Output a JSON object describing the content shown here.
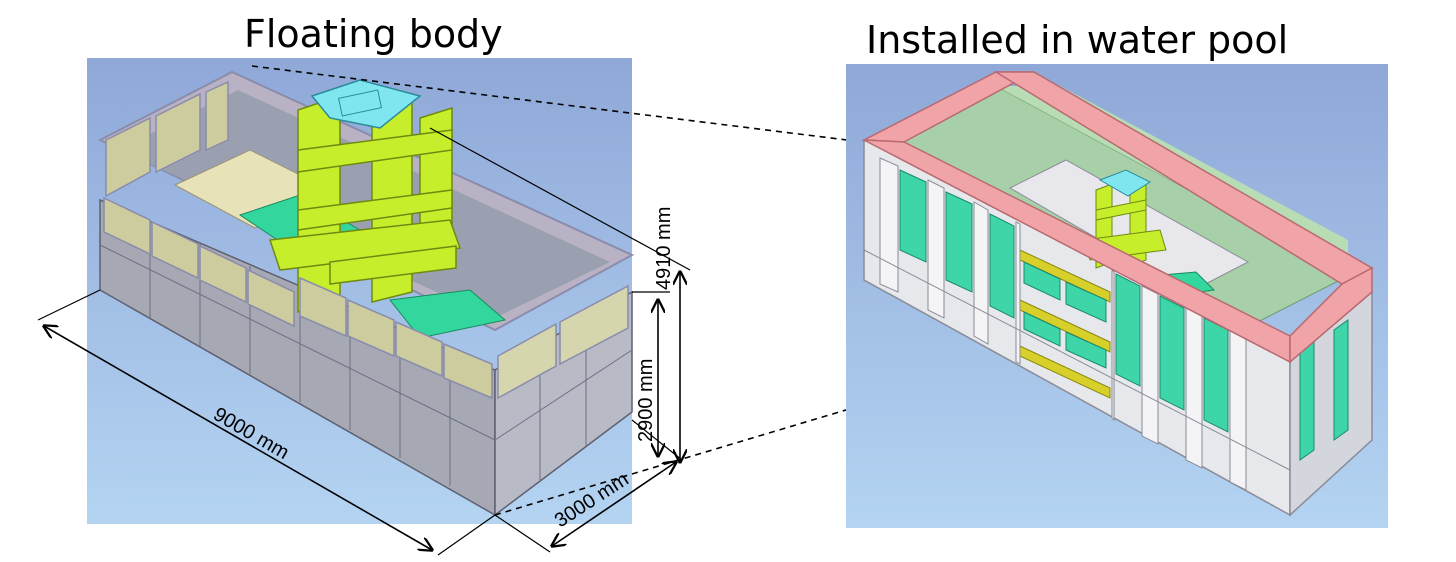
{
  "titles": {
    "left": "Floating body",
    "right": "Installed in water pool"
  },
  "dimensions": {
    "length": "9000 mm",
    "width": "3000 mm",
    "hull_height": "2900 mm",
    "total_height": "4910 mm"
  },
  "colors": {
    "background_top": "#8fa8d8",
    "background_bottom": "#b4d4f2",
    "hull_gray": "#a6a8b4",
    "panel_khaki": "#cccc9e",
    "frame_lime": "#c6ee2a",
    "green_plate": "#33d69c",
    "cyan_top": "#7fe6f0",
    "rim_pink": "#f0a4a8",
    "pool_green": "#a8d0a8",
    "wall_teal": "#3ed6a8",
    "yellow_beam": "#d8d02a"
  }
}
